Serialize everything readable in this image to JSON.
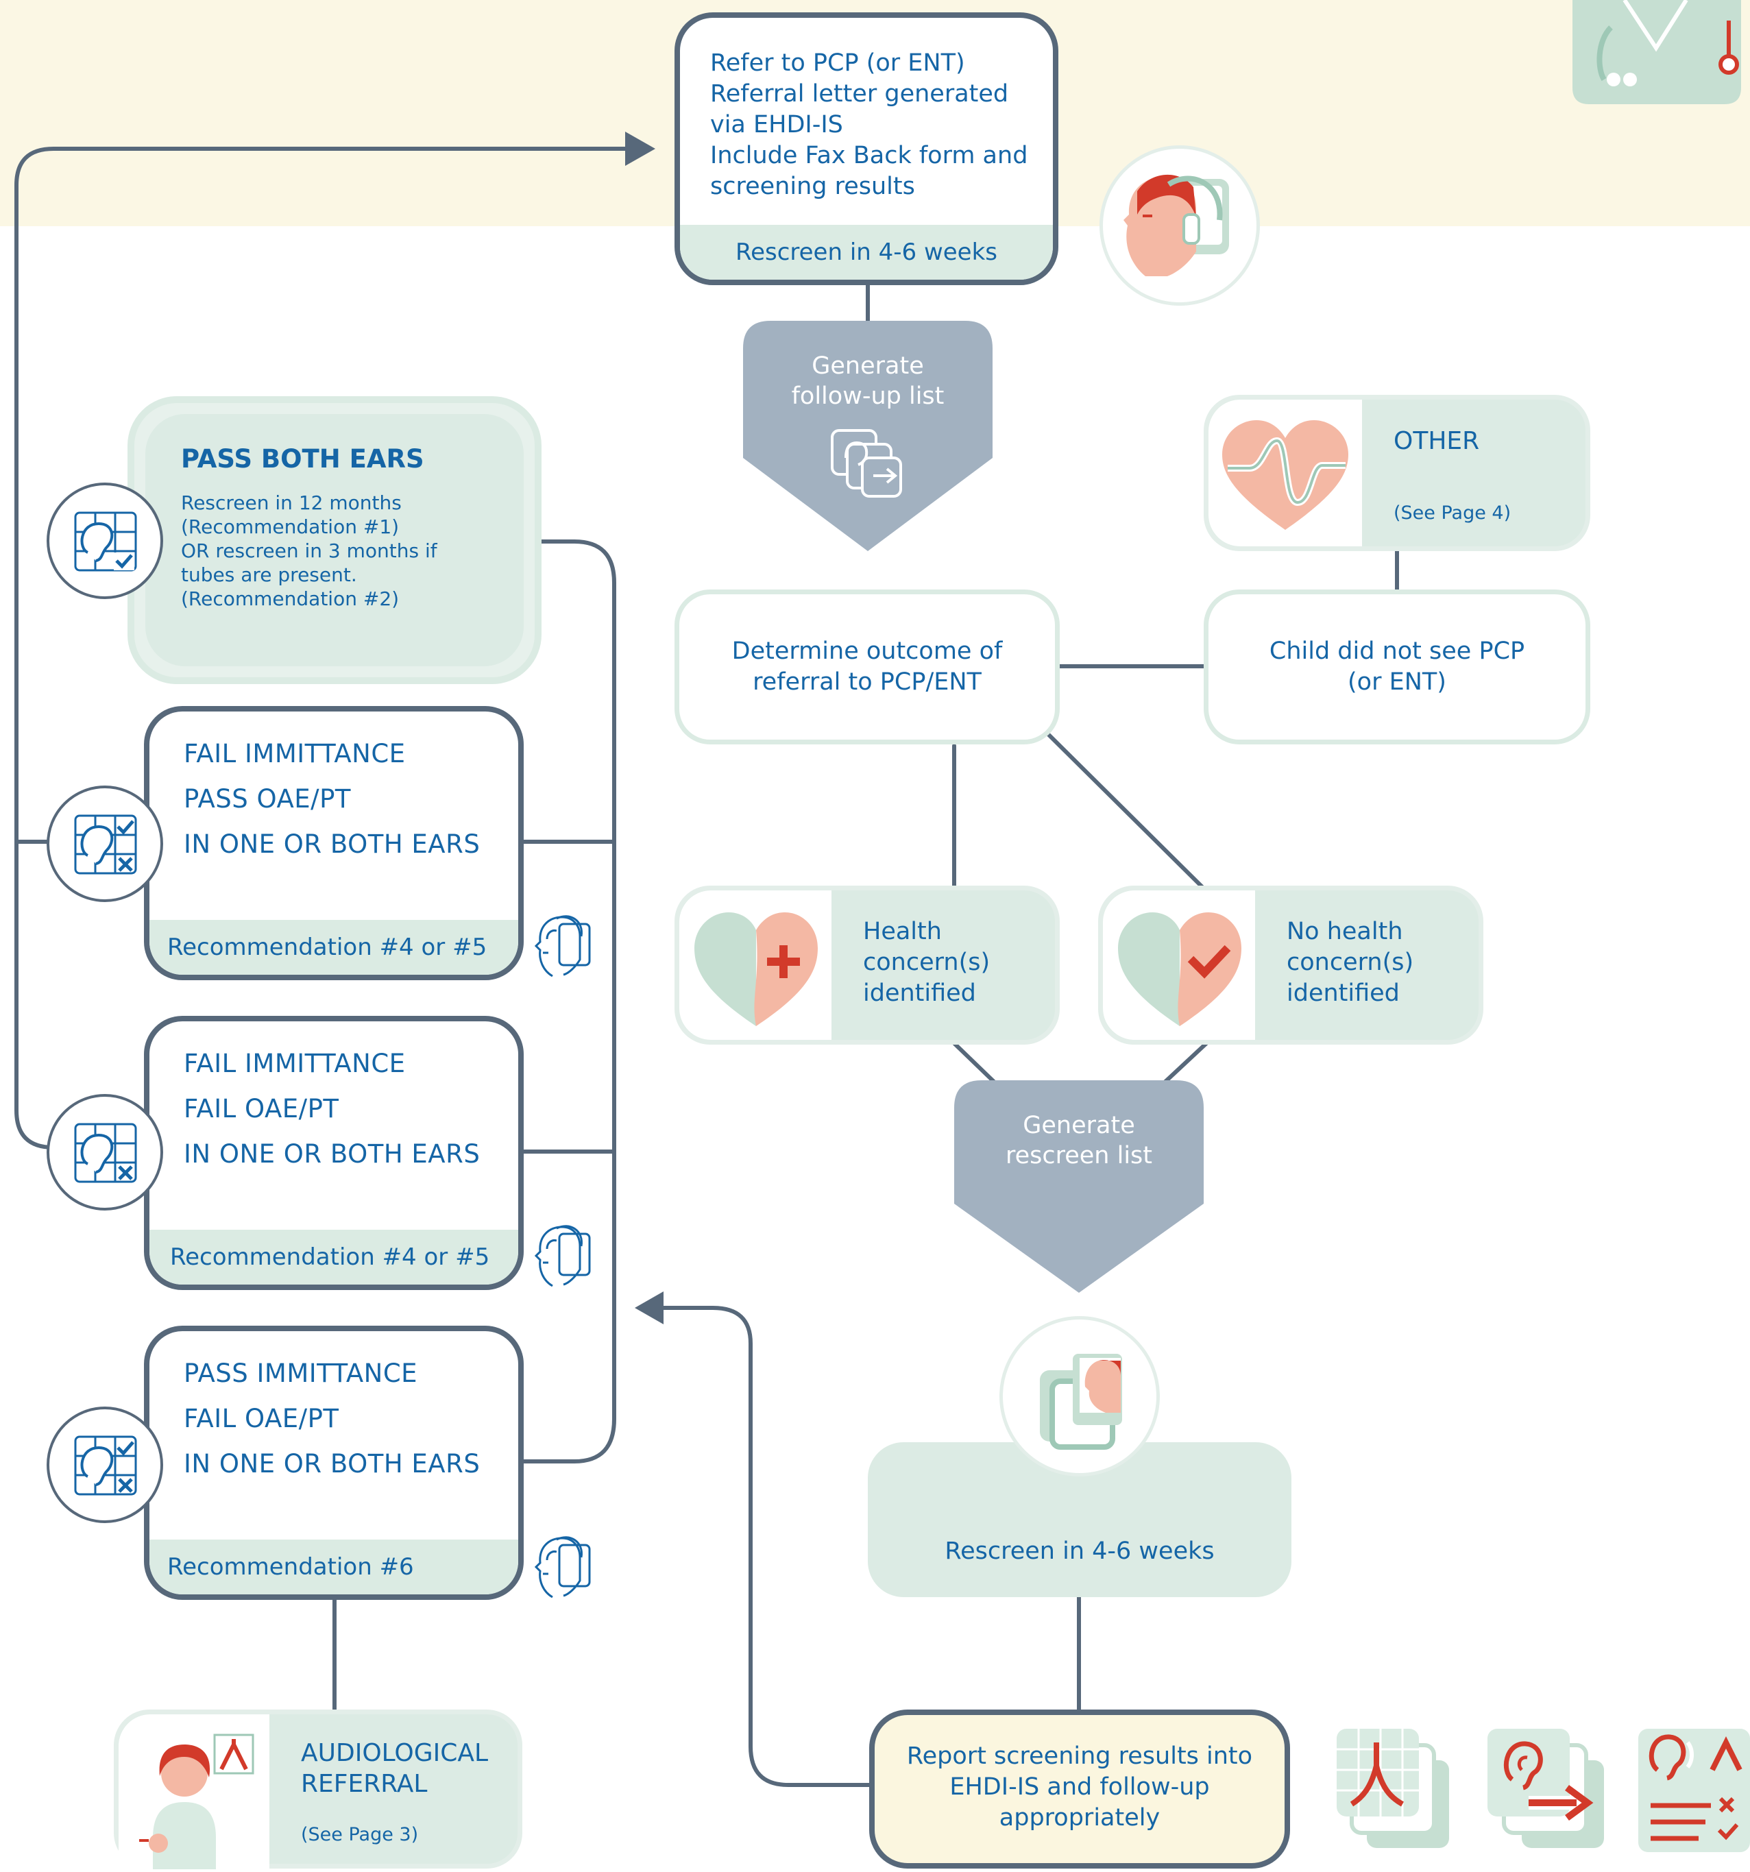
{
  "refer_box": {
    "lines": [
      "Refer to PCP (or ENT)",
      "Referral letter generated",
      "via EHDI-IS",
      "Include Fax Back form and",
      "screening results"
    ],
    "footer": "Rescreen in 4-6 weeks"
  },
  "generate_followup": {
    "lines": [
      "Generate",
      "follow-up list"
    ]
  },
  "pass_both": {
    "title": "PASS BOTH EARS",
    "lines": [
      "Rescreen in 12 months",
      "(Recommendation #1)",
      "OR  rescreen in 3 months if",
      "tubes are present.",
      "(Recommendation #2)"
    ]
  },
  "other": {
    "title": "OTHER",
    "note": "(See Page 4)"
  },
  "determine": {
    "lines": [
      "Determine outcome of",
      "referral to PCP/ENT"
    ]
  },
  "did_not_see": {
    "lines": [
      "Child did not see PCP",
      "(or ENT)"
    ]
  },
  "fail_imm_pass_oae": {
    "lines": [
      "FAIL IMMITTANCE",
      "PASS OAE/PT",
      "IN ONE OR BOTH EARS"
    ],
    "footer": "Recommendation #4 or #5"
  },
  "fail_imm_fail_oae": {
    "lines": [
      "FAIL IMMITTANCE",
      "FAIL OAE/PT",
      "IN ONE OR BOTH EARS"
    ],
    "footer": "Recommendation #4 or #5"
  },
  "pass_imm_fail_oae": {
    "lines": [
      "PASS IMMITTANCE",
      "FAIL OAE/PT",
      "IN ONE OR BOTH EARS"
    ],
    "footer": "Recommendation #6"
  },
  "health_concern": {
    "lines": [
      "Health",
      "concern(s)",
      "identified"
    ]
  },
  "no_health_concern": {
    "lines": [
      "No health",
      "concern(s)",
      "identified"
    ]
  },
  "generate_rescreen": {
    "lines": [
      "Generate",
      "rescreen list"
    ]
  },
  "rescreen_box": {
    "label": "Rescreen in 4-6 weeks"
  },
  "audiological": {
    "lines": [
      "AUDIOLOGICAL",
      "REFERRAL"
    ],
    "note": "(See Page 3)"
  },
  "report": {
    "lines": [
      "Report screening results into",
      "EHDI-IS and follow-up",
      "appropriately"
    ]
  },
  "colors": {
    "text_blue": "#1565a6",
    "connector": "#57687a",
    "mint": "#dcebe4",
    "cream_band": "#fbf7e4",
    "shield_gray": "#a2b1c0",
    "accent_red": "#d23a2a",
    "heart_peach": "#f4b8a4"
  }
}
